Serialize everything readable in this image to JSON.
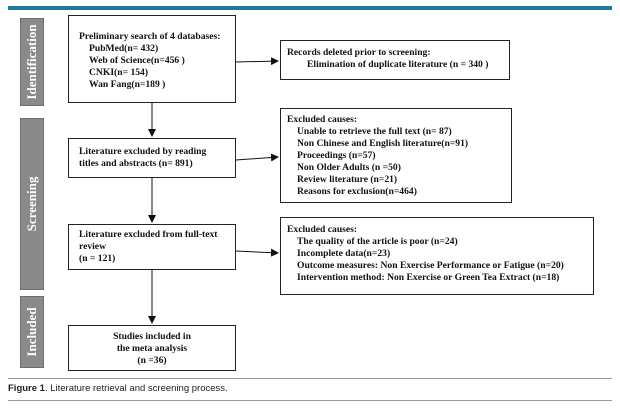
{
  "stages": {
    "identification": "Identification",
    "screening": "Screening",
    "included": "Included"
  },
  "boxes": {
    "search": {
      "title": "Preliminary search of 4 databases:",
      "items": [
        "PubMed(n= 432)",
        "Web of Science(n=456 )",
        "CNKI(n= 154)",
        "Wan Fang(n=189 )"
      ]
    },
    "deleted": {
      "title": "Records deleted prior to screening:",
      "detail": "Elimination of duplicate literature (n = 340 )"
    },
    "title_screen": {
      "line1": "Literature excluded by reading",
      "line2": "titles and abstracts    (n= 891)"
    },
    "excluded1": {
      "title": "Excluded causes:",
      "items": [
        "Unable to retrieve the full text (n= 87)",
        "Non Chinese and English literature(n=91)",
        "Proceedings (n=57)",
        "Non Older Adults  (n =50)",
        "Review literature  (n=21)",
        "Reasons for exclusion(n=464)"
      ]
    },
    "fulltext": {
      "line1": "Literature excluded from full-text",
      "line2": "review",
      "line3": "(n = 121)"
    },
    "excluded2": {
      "title": "Excluded causes:",
      "items": [
        "The quality of the article is poor (n=24)",
        "Incomplete data(n=23)",
        "Outcome measures: Non Exercise Performance or Fatigue  (n=20)",
        "Intervention method: Non Exercise or Green Tea Extract  (n=18)"
      ]
    },
    "included": {
      "line1": "Studies included in",
      "line2": "the meta analysis",
      "line3": "(n =36)"
    }
  },
  "caption": {
    "label": "Figure 1",
    "text": ". Literature retrieval and screening process."
  },
  "colors": {
    "accent": "#1f7a99",
    "stage": "#8a8a8a"
  }
}
